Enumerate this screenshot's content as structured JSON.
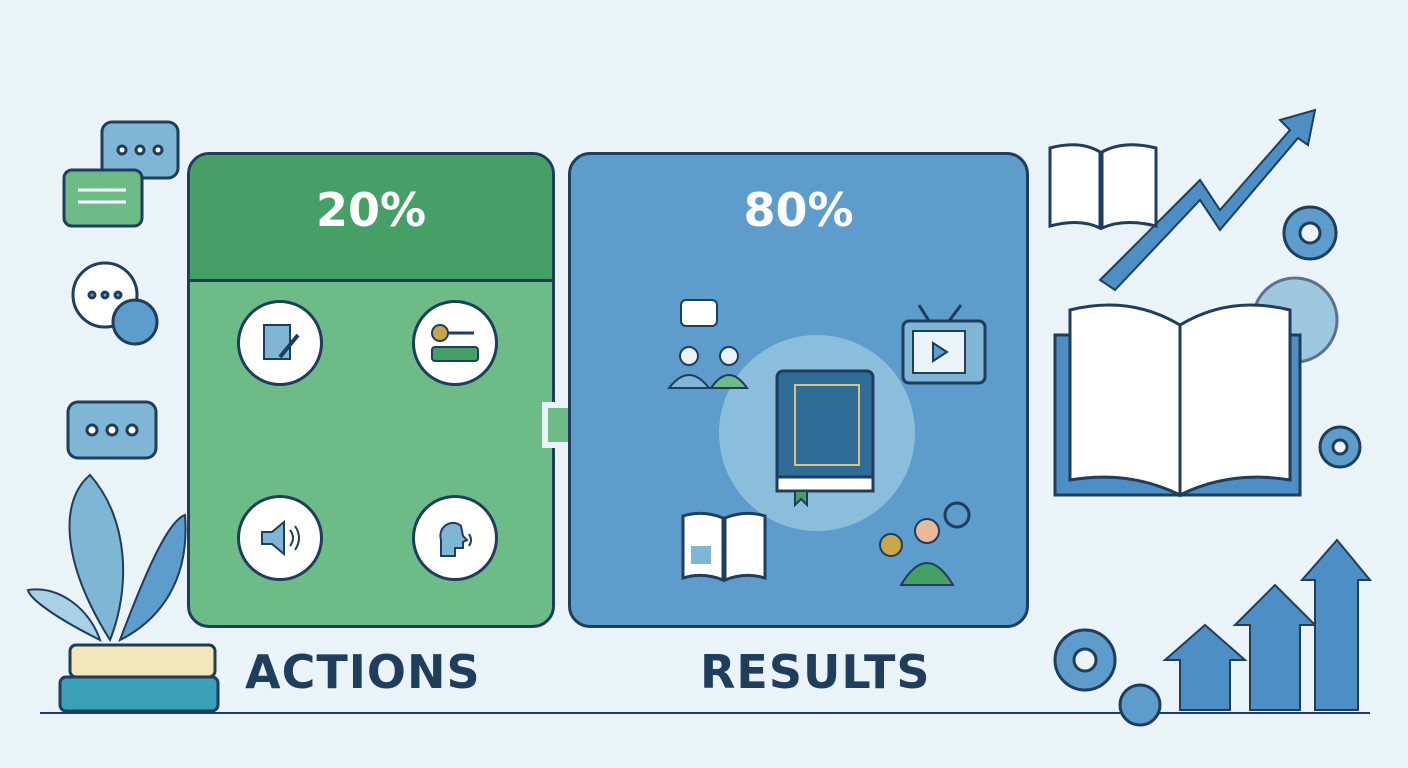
{
  "actions": {
    "percent": "20%",
    "label": "ACTIONS",
    "icons": [
      "document-edit-icon",
      "key-password-icon",
      "speaker-icon",
      "speaking-head-icon"
    ]
  },
  "results": {
    "percent": "80%",
    "label": "RESULTS",
    "icons": [
      "conversation-people-icon",
      "tv-play-icon",
      "book-icon",
      "open-book-icon",
      "businessman-icon"
    ]
  },
  "colors": {
    "green_dark": "#46a066",
    "green": "#6dbb87",
    "blue": "#5d9ccb",
    "navy": "#1f3d5c",
    "background": "#eaf3f7"
  }
}
